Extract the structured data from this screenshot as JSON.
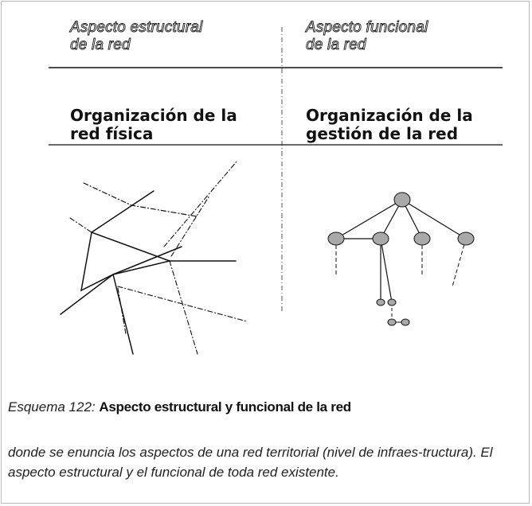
{
  "left_column": {
    "header": [
      "Aspecto estructural",
      "de la red"
    ],
    "subheader": [
      "Organización de la",
      "red física"
    ]
  },
  "right_column": {
    "header": [
      "Aspecto funcional",
      "de la red"
    ],
    "subheader": [
      "Organización de la",
      "gestión de la red"
    ]
  },
  "caption": {
    "prefix": "Esquema 122: ",
    "title": "Aspecto estructural y funcional de la red"
  },
  "description": " donde se enuncia los aspectos de una red territorial (nivel de infraes-tructura). El aspecto estructural y el funcional de toda red existente.",
  "colors": {
    "node_fill": "#a9a9a9",
    "line": "#111111",
    "frame_border": "#b9b9b9"
  }
}
